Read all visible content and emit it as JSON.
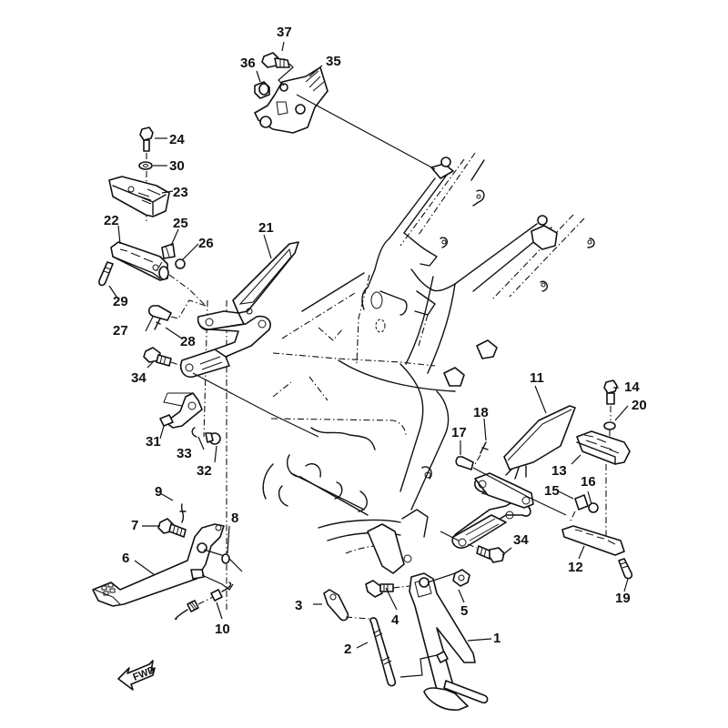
{
  "diagram": {
    "title": "Stand & Footrest exploded parts diagram",
    "direction_marker": "FWD",
    "callouts": [
      {
        "id": "1",
        "part": "side-stand"
      },
      {
        "id": "2",
        "part": "stand-spring"
      },
      {
        "id": "3",
        "part": "spring-hanger"
      },
      {
        "id": "4",
        "part": "stand-bolt"
      },
      {
        "id": "5",
        "part": "stand-nut"
      },
      {
        "id": "6",
        "part": "brake-pedal"
      },
      {
        "id": "7",
        "part": "pedal-bolt"
      },
      {
        "id": "8",
        "part": "pedal-washer"
      },
      {
        "id": "9",
        "part": "cotter-pin-9"
      },
      {
        "id": "10",
        "part": "return-spring"
      },
      {
        "id": "11",
        "part": "right-heel-guard"
      },
      {
        "id": "12",
        "part": "right-rear-footrest"
      },
      {
        "id": "13",
        "part": "right-footrest-rubber"
      },
      {
        "id": "14",
        "part": "bolt-14"
      },
      {
        "id": "15",
        "part": "ball-15"
      },
      {
        "id": "16",
        "part": "spring-16"
      },
      {
        "id": "17",
        "part": "pin-17"
      },
      {
        "id": "18",
        "part": "cotter-pin-18"
      },
      {
        "id": "19",
        "part": "pin-19"
      },
      {
        "id": "20",
        "part": "washer-20"
      },
      {
        "id": "21",
        "part": "left-heel-guard"
      },
      {
        "id": "22",
        "part": "left-rear-footrest"
      },
      {
        "id": "23",
        "part": "left-footrest-rubber"
      },
      {
        "id": "24",
        "part": "bolt-24"
      },
      {
        "id": "25",
        "part": "ball-25"
      },
      {
        "id": "26",
        "part": "spring-26"
      },
      {
        "id": "27",
        "part": "pin-27"
      },
      {
        "id": "28",
        "part": "cotter-pin-28"
      },
      {
        "id": "29",
        "part": "pin-29"
      },
      {
        "id": "30",
        "part": "washer-30"
      },
      {
        "id": "31",
        "part": "bracket-31"
      },
      {
        "id": "32",
        "part": "screw-32"
      },
      {
        "id": "33",
        "part": "clip-33"
      },
      {
        "id": "34",
        "part": "bolt-34"
      },
      {
        "id": "35",
        "part": "front-bracket"
      },
      {
        "id": "36",
        "part": "collar-36"
      },
      {
        "id": "37",
        "part": "bolt-37"
      }
    ],
    "labels": {
      "l1": "1",
      "l2": "2",
      "l3": "3",
      "l4": "4",
      "l5": "5",
      "l6": "6",
      "l7": "7",
      "l8": "8",
      "l9": "9",
      "l10": "10",
      "l11": "11",
      "l12": "12",
      "l13": "13",
      "l14": "14",
      "l15": "15",
      "l16": "16",
      "l17": "17",
      "l18": "18",
      "l19": "19",
      "l20": "20",
      "l21": "21",
      "l22": "22",
      "l23": "23",
      "l24": "24",
      "l25": "25",
      "l26": "26",
      "l27": "27",
      "l28": "28",
      "l29": "29",
      "l30": "30",
      "l31": "31",
      "l32": "32",
      "l33": "33",
      "l34a": "34",
      "l34b": "34",
      "l35": "35",
      "l36": "36",
      "l37": "37"
    }
  }
}
